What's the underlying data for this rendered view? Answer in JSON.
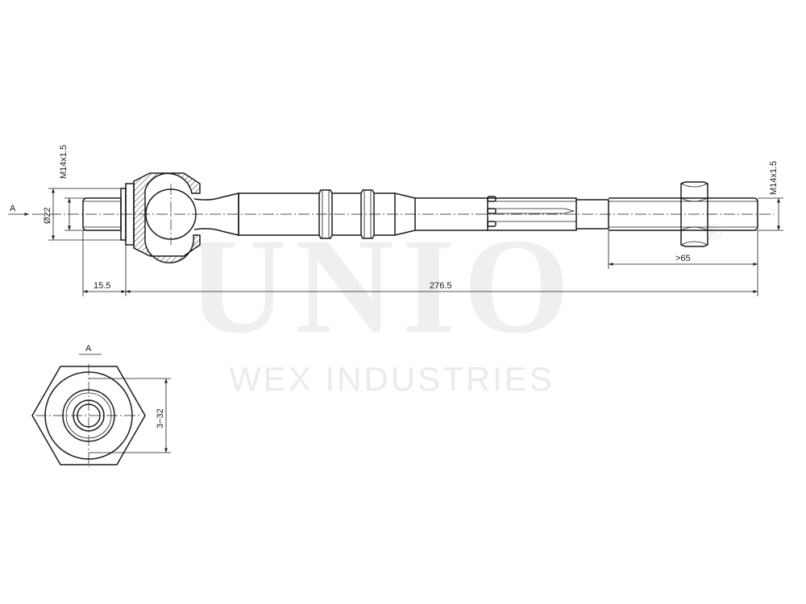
{
  "watermark": {
    "brand": "UNIO",
    "registered": "®",
    "company": "WEX INDUSTRIES"
  },
  "view_label": "A",
  "dimensions": {
    "thread_left": "M14x1.5",
    "thread_right": "M14x1.5",
    "diameter": "Ø22",
    "offset": "15.5",
    "overall_length": "276.5",
    "thread_length": ">65",
    "hex_size": "3−32"
  },
  "colors": {
    "line": "#1a1a1a",
    "hatch": "#1a1a1a",
    "watermark": "#efefef"
  }
}
